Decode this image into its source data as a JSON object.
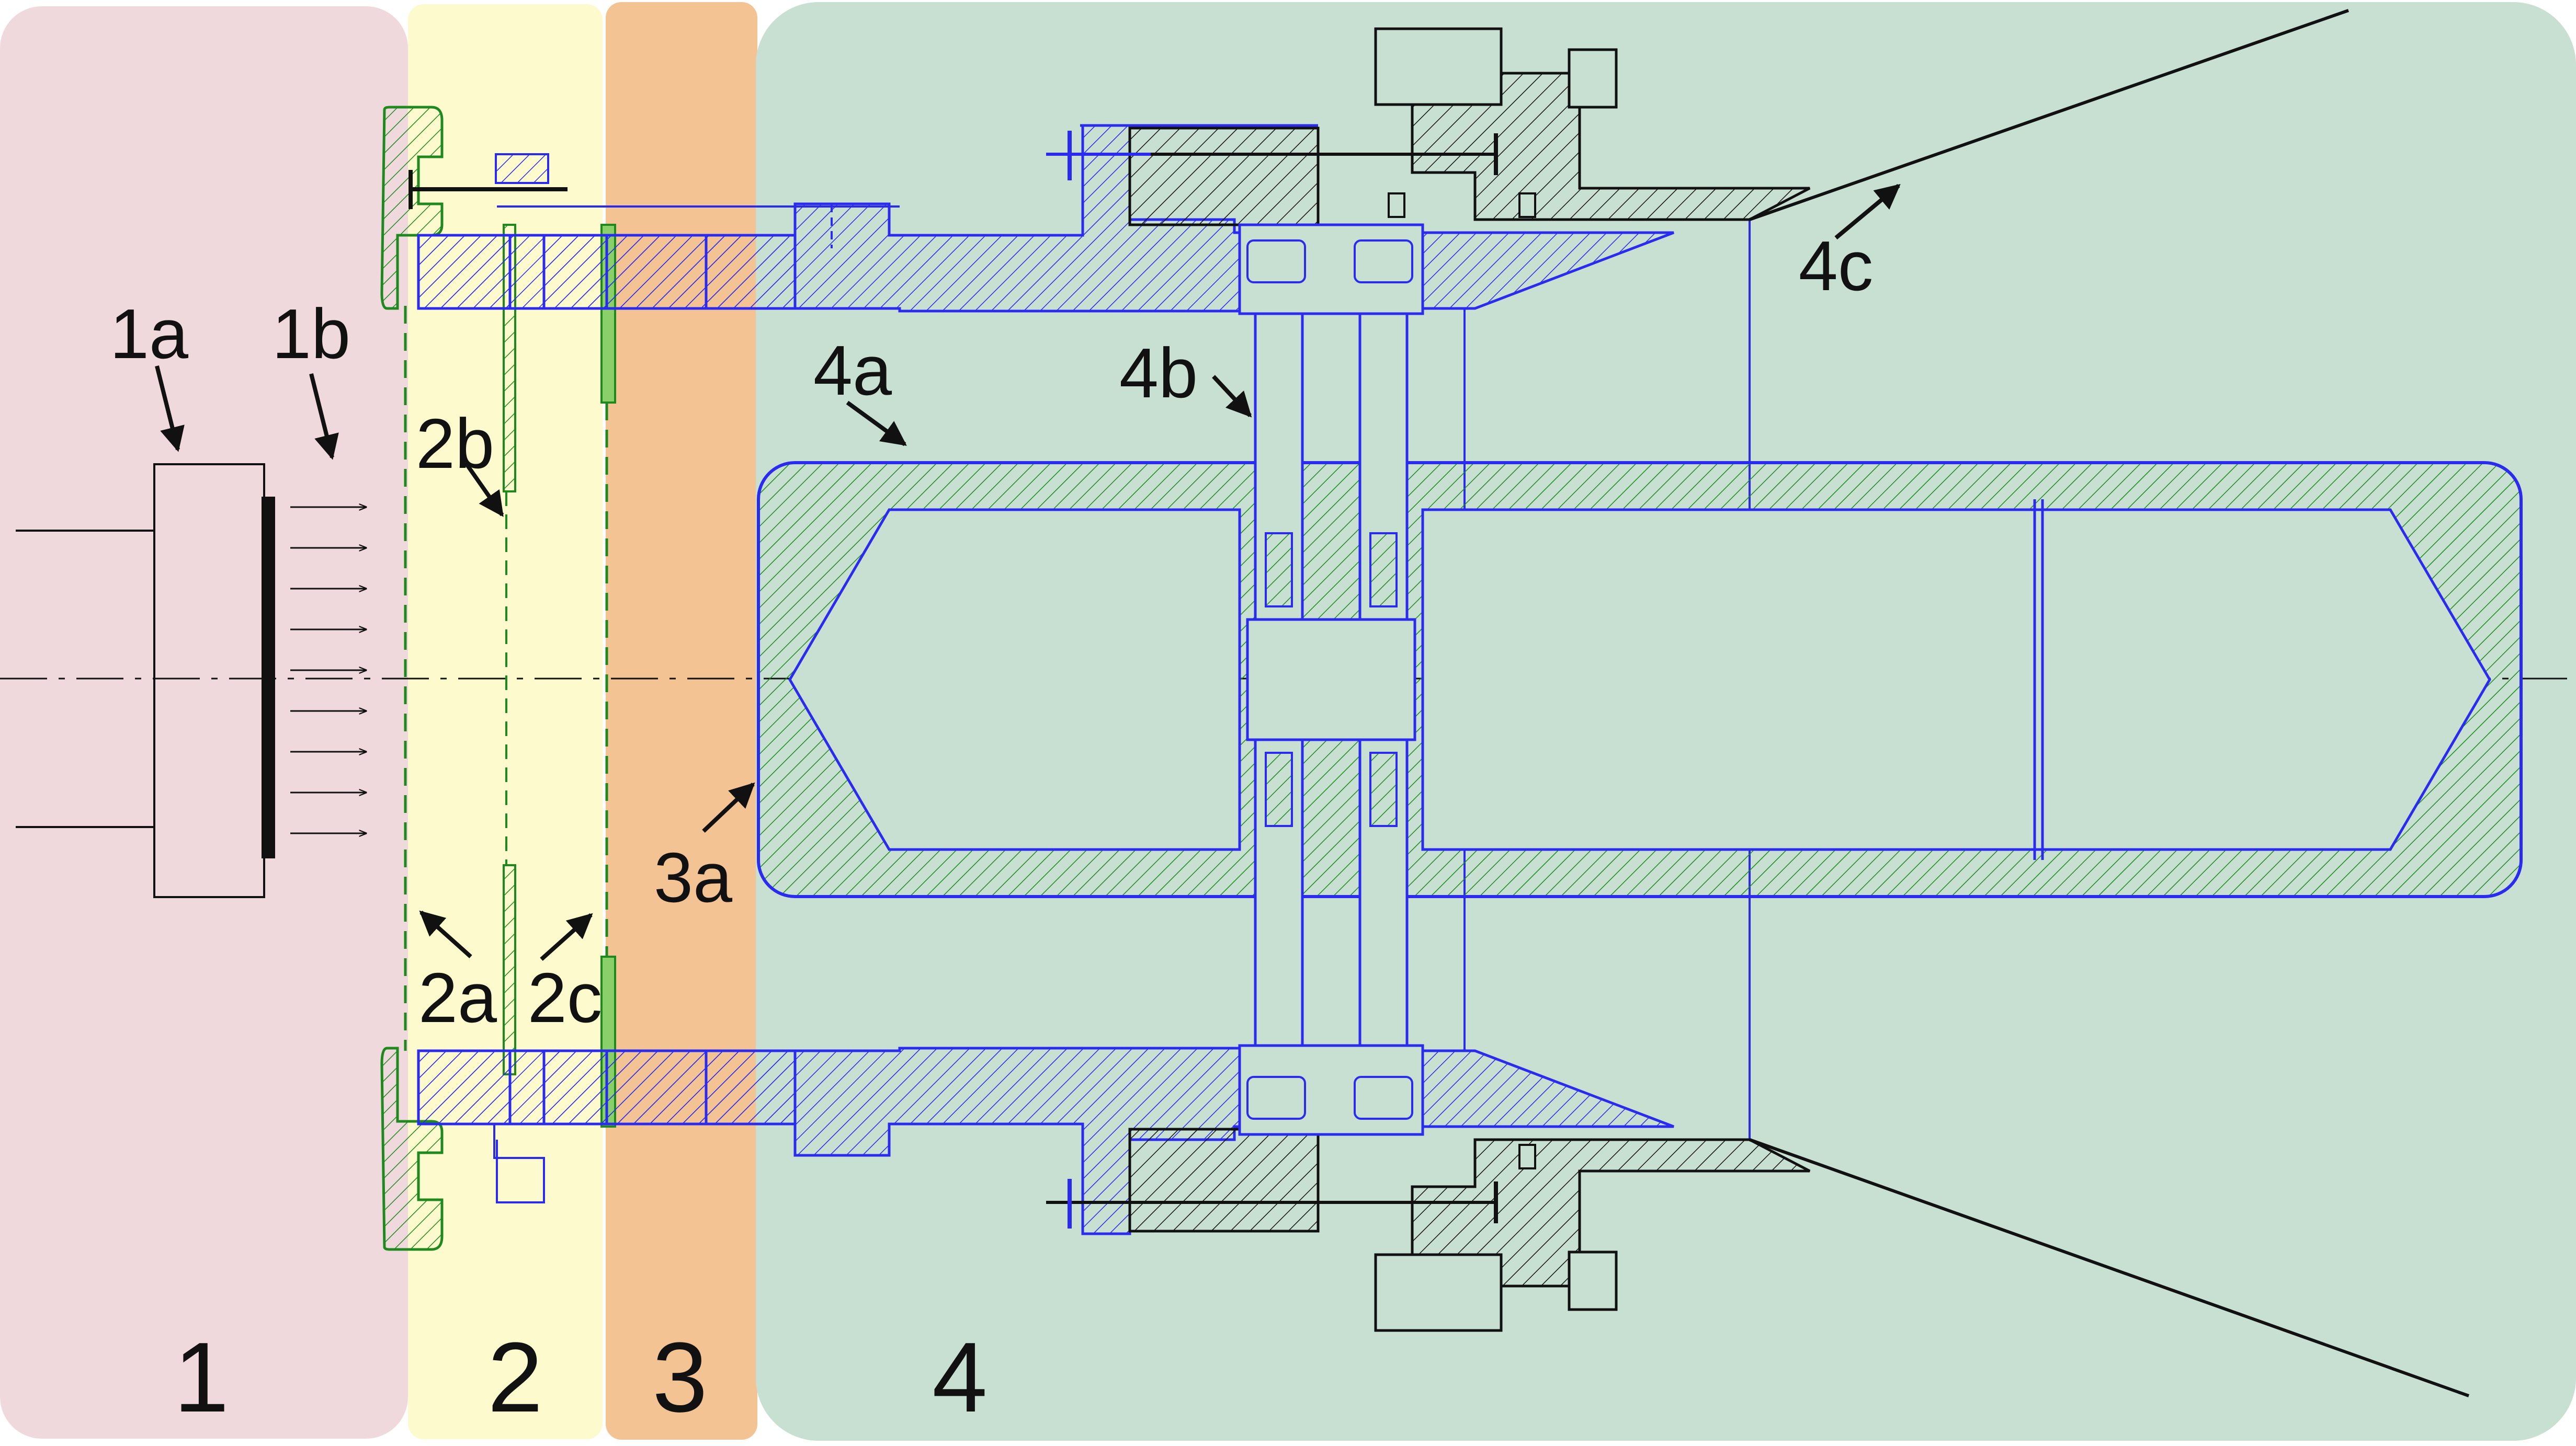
{
  "colors": {
    "zone_1": "#f0d9dc",
    "zone_2": "#fdfacd",
    "zone_3": "#f4c393",
    "zone_4": "#c8e0d2",
    "blue_line": "#2a2af0",
    "green_line": "#1e8a1e",
    "green_fill": "#8bcf6a",
    "black_line": "#111111"
  },
  "zones": {
    "z1": "1",
    "z2": "2",
    "z3": "3",
    "z4": "4"
  },
  "labels": {
    "l1a": "1a",
    "l1b": "1b",
    "l2a": "2a",
    "l2b": "2b",
    "l2c": "2c",
    "l3a": "3a",
    "l4a": "4a",
    "l4b": "4b",
    "l4c": "4c"
  }
}
